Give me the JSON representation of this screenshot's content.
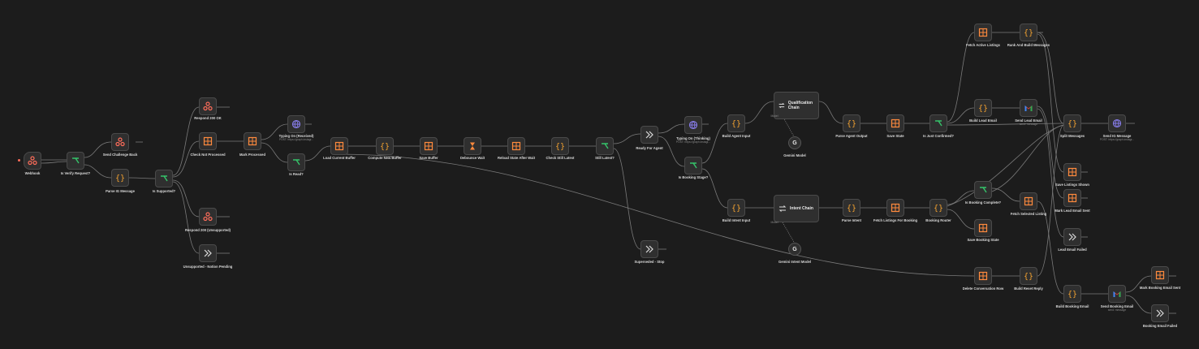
{
  "nodes": {
    "webhook": "Webhook",
    "is_verify_request": "Is Verify Request?",
    "send_challenge_back": "Send Challenge Back",
    "parse_ig_message": "Parse IG Message",
    "is_supported": "Is Supported?",
    "respond_200_ok": "Respond 200 OK",
    "check_not_processed": "Check Not Processed",
    "mark_processed": "Mark Processed",
    "respond_200_unsupported": "Respond 200 (Unsupported)",
    "unsupported_notion_pending": "Unsupported - Notion Pending",
    "typing_on_received": "Typing On (Received)",
    "typing_on_received_sub": "POST: https://graph.instagr...",
    "is_read": "Is Read?",
    "load_current_buffer": "Load Current Buffer",
    "compute_new_buffer": "Compute New Buffer",
    "save_buffer": "Save Buffer",
    "debounce_wait": "Debounce Wait",
    "reload_state_after_wait": "Reload State After Wait",
    "check_still_latest": "Check Still Latest",
    "still_latest": "Still Latest?",
    "ready_for_agent": "Ready For Agent",
    "superseded_stop": "Superseded - Stop",
    "typing_on_thinking": "Typing On (Thinking)",
    "typing_on_thinking_sub": "POST: https://graph.instagr...",
    "is_booking_stage": "Is Booking Stage?",
    "build_agent_input": "Build Agent Input",
    "qualification_chain": "Qualification Chain",
    "gemini_model": "Gemini Model",
    "model_port": "Model",
    "parse_agent_output": "Parse Agent Output",
    "save_state": "Save State",
    "is_just_confirmed": "Is Just Confirmed?",
    "fetch_active_listings": "Fetch Active Listings",
    "rank_and_build_messages": "Rank And Build Messages",
    "build_lead_email": "Build Lead Email",
    "send_lead_email": "Send Lead Email",
    "send_lead_email_sub": "send: message",
    "split_messages": "Split Messages",
    "send_ig_message": "Send IG Message",
    "send_ig_message_sub": "POST: https://graph.instagr...",
    "save_listings_shown": "Save Listings Shown",
    "mark_lead_email_sent": "Mark Lead Email Sent",
    "lead_email_failed": "Lead Email Failed",
    "build_intent_input": "Build Intent Input",
    "intent_chain": "Intent Chain",
    "gemini_intent_model": "Gemini Intent Model",
    "parse_intent": "Parse Intent",
    "fetch_listings_for_booking": "Fetch Listings For Booking",
    "booking_router": "Booking Router",
    "is_booking_complete": "Is Booking Complete?",
    "fetch_selected_listing": "Fetch Selected Listing",
    "save_booking_state": "Save Booking State",
    "delete_conversation_row": "Delete Conversation Row",
    "build_reset_reply": "Build Reset Reply",
    "build_booking_email": "Build Booking Email",
    "send_booking_email": "Send Booking Email",
    "send_booking_email_sub": "send: message",
    "mark_booking_email_sent": "Mark Booking Email Sent",
    "booking_email_failed": "Booking Email Failed"
  },
  "ports": {
    "true": "true",
    "false": "false"
  },
  "colors": {
    "background": "#1c1c1c",
    "node_bg": "#2f2f2f",
    "node_border": "#4a4a4a",
    "wire": "#7a7a7a",
    "webhook_red": "#ff6d5a",
    "trigger_purple": "#6b4f9c",
    "if_green": "#35c46a",
    "sheets_orange": "#ff8a3d",
    "code_orange": "#f0a030",
    "http_purple": "#8a7ff0",
    "wait_orange": "#ff8a3d",
    "noop_white": "#dddddd"
  },
  "icons": {
    "webhook": "webhook-icon",
    "if": "branch-icon",
    "respond": "webhook-icon",
    "code": "braces-icon",
    "sheets": "table-icon",
    "http": "globe-icon",
    "wait": "hourglass-icon",
    "noop": "arrow-right-icon",
    "chain": "chain-icon",
    "gemini": "google-g-icon",
    "gmail": "gmail-icon"
  }
}
